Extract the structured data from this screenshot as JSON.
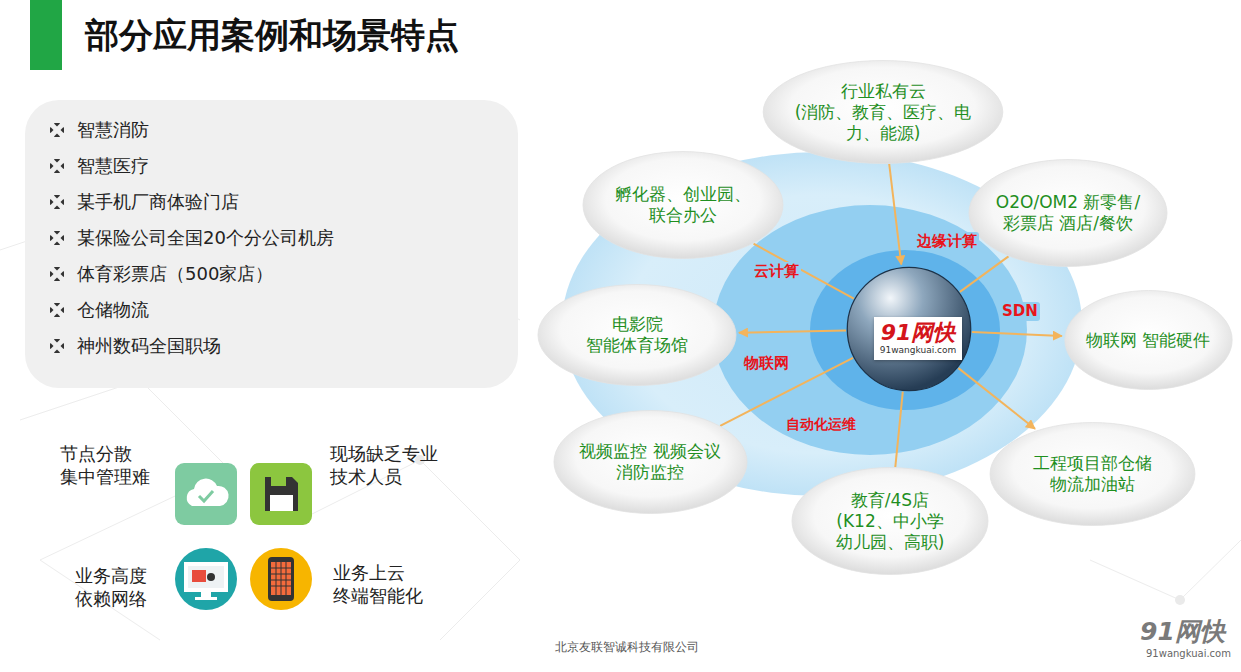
{
  "diagram": {
    "title": "部分应用案例和场景特点",
    "nodes": [
      {
        "text": [
          "智慧消防",
          "智慧医疗",
          "某手机厂商体验门店",
          "某保险公司全国20个分公司机房",
          "体育彩票店（500家店）",
          "仓储物流",
          "神州数码全国职场"
        ]
      },
      {
        "text": [
          "行业私有云",
          "(消防、教育、医疗、电力、能源)"
        ]
      },
      {
        "text": [
          "孵化器、创业园、联合办公"
        ]
      },
      {
        "text": [
          "O2O/OM2 新零售/彩票店 酒店/餐饮"
        ]
      },
      {
        "text": [
          "电影院 智能体育场馆"
        ]
      },
      {
        "text": [
          "91网快",
          "91wangkuai.com"
        ]
      },
      {
        "text": [
          "物联网 智能硬件"
        ]
      },
      {
        "text": [
          "视频监控 视频会议 消防监控"
        ]
      },
      {
        "text": [
          "工程项目部仓储 物流加油站"
        ]
      },
      {
        "text": [
          "教育/4S店",
          "(K12、中小学 幼儿园、高职)"
        ]
      }
    ],
    "edges": [
      {
        "from": 1,
        "to": 5,
        "arrow": "to"
      },
      {
        "from": 5,
        "to": 2,
        "arrow": "none"
      },
      {
        "from": 5,
        "to": 3,
        "arrow": "none"
      },
      {
        "from": 5,
        "to": 4,
        "arrow": "to"
      },
      {
        "from": 5,
        "to": 6,
        "arrow": "to"
      },
      {
        "from": 5,
        "to": 7,
        "arrow": "none"
      },
      {
        "from": 5,
        "to": 8,
        "arrow": "to"
      },
      {
        "from": 5,
        "to": 9,
        "arrow": "none"
      }
    ],
    "labels": [
      "节点分散 集中管理难",
      "现场缺乏专业 技术人员",
      "业务高度 依赖网络",
      "业务上云 终端智能化",
      "云计算",
      "边缘计算",
      "SDN",
      "物联网",
      "自动化运维",
      "北京友联智诚科技有限公司",
      "91网快",
      "91wangkuai.com"
    ]
  }
}
